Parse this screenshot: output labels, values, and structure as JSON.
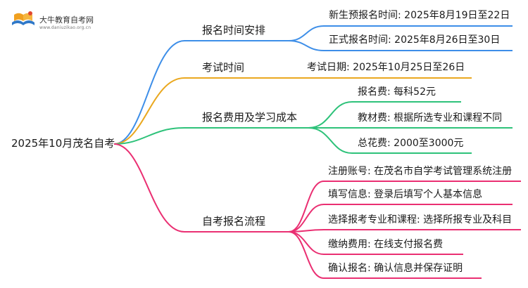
{
  "logo": {
    "name": "大牛教育自考网",
    "url": "www.daniuzikao.org.cn",
    "icon": "book-mascot-icon"
  },
  "root": {
    "label": "2025年10月茂名自考"
  },
  "colors": {
    "branch1": "#3d8ee8",
    "branch2": "#eaa81f",
    "branch3": "#2ec27a",
    "branch4": "#ea2f72"
  },
  "branches": [
    {
      "label": "报名时间安排",
      "children": [
        "新生预报名时间: 2025年8月19日至22日",
        "正式报名时间: 2025年8月26日至30日"
      ]
    },
    {
      "label": "考试时间",
      "children": [
        "考试日期: 2025年10月25日至26日"
      ]
    },
    {
      "label": "报名费用及学习成本",
      "children": [
        "报名费: 每科52元",
        "教材费: 根据所选专业和课程不同",
        "总花费: 2000至3000元"
      ]
    },
    {
      "label": "自考报名流程",
      "children": [
        "注册账号: 在茂名市自学考试管理系统注册",
        "填写信息: 登录后填写个人基本信息",
        "选择报考专业和课程: 选择所报专业及科目",
        "缴纳费用: 在线支付报名费",
        "确认报名: 确认信息并保存证明"
      ]
    }
  ]
}
